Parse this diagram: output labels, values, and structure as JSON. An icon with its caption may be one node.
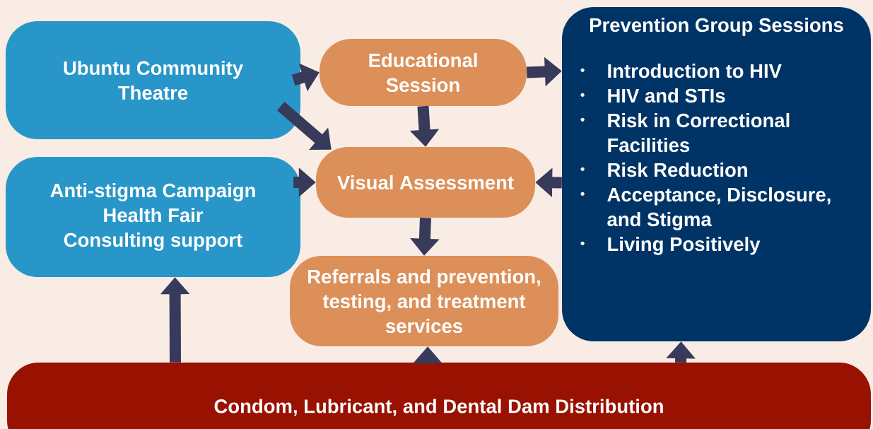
{
  "diagram": {
    "nodes": [
      {
        "text": [
          "Ubuntu Community Theatre"
        ]
      },
      {
        "text": [
          "Educational Session"
        ]
      },
      {
        "text": [
          "Prevention Group Sessions",
          "Introduction to HIV",
          "HIV and STIs",
          "Risk in Correctional Facilities",
          "Risk Reduction",
          "Acceptance, Disclosure, and Stigma",
          "Living Positively"
        ]
      },
      {
        "text": [
          "Anti-stigma Campaign",
          "Health Fair",
          "Consulting support"
        ]
      },
      {
        "text": [
          "Visual Assessment"
        ]
      },
      {
        "text": [
          "Referrals and prevention, testing, and treatment services"
        ]
      },
      {
        "text": [
          "Condom, Lubricant, and Dental Dam Distribution"
        ]
      }
    ],
    "edges": [
      {
        "from": 0,
        "to": 1,
        "arrow": "to"
      },
      {
        "from": 1,
        "to": 2,
        "arrow": "to"
      },
      {
        "from": 0,
        "to": 4,
        "arrow": "to"
      },
      {
        "from": 1,
        "to": 4,
        "arrow": "to"
      },
      {
        "from": 3,
        "to": 4,
        "arrow": "to"
      },
      {
        "from": 2,
        "to": 4,
        "arrow": "to"
      },
      {
        "from": 4,
        "to": 5,
        "arrow": "to"
      },
      {
        "from": 6,
        "to": 3,
        "arrow": "to"
      },
      {
        "from": 6,
        "to": 5,
        "arrow": "to"
      },
      {
        "from": 6,
        "to": 2,
        "arrow": "to"
      }
    ]
  }
}
